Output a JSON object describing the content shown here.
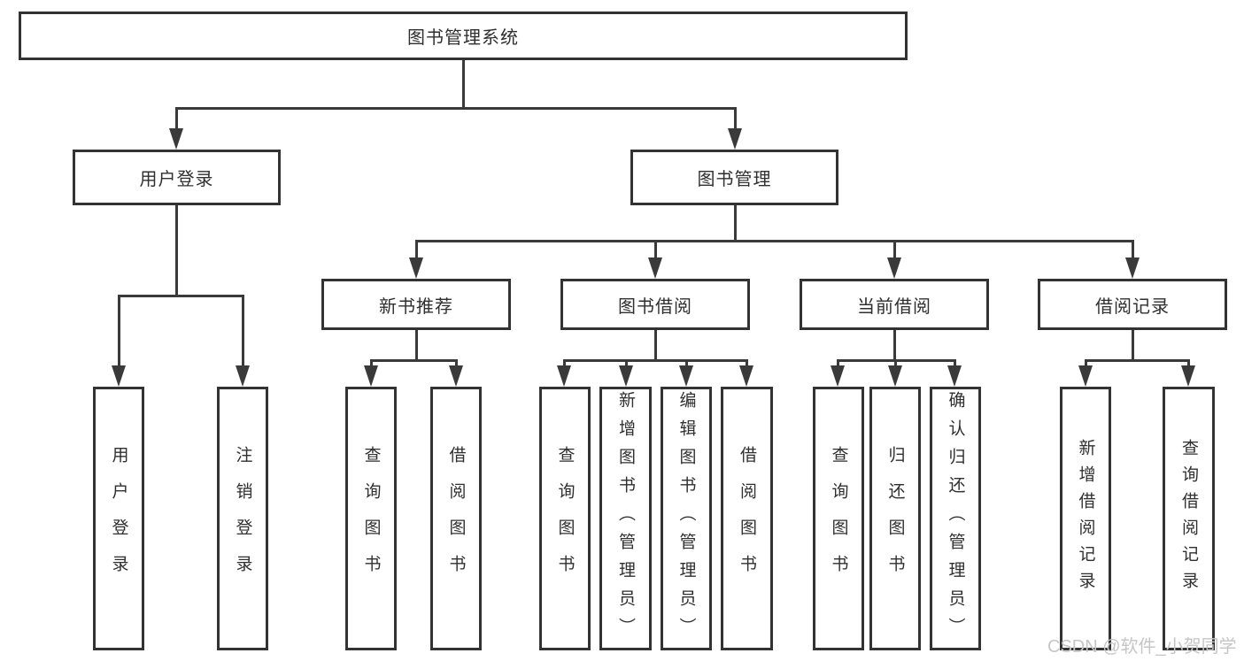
{
  "diagram": {
    "root": {
      "label": "图书管理系统"
    },
    "level2": [
      {
        "label": "用户登录"
      },
      {
        "label": "图书管理"
      }
    ],
    "level3": [
      {
        "label": "新书推荐"
      },
      {
        "label": "图书借阅"
      },
      {
        "label": "当前借阅"
      },
      {
        "label": "借阅记录"
      }
    ],
    "leaves": {
      "user_login": [
        "用户登录",
        "注销登录"
      ],
      "new_book": [
        "查询图书",
        "借阅图书"
      ],
      "book_borrow": [
        "查询图书",
        "新增图书（管理员）",
        "编辑图书（管理员）",
        "借阅图书"
      ],
      "current_borrow": [
        "查询图书",
        "归还图书",
        "确认归还（管理员）"
      ],
      "borrow_record": [
        "新增借阅记录",
        "查询借阅记录"
      ]
    }
  },
  "watermark": "CSDN @软件_小贺同学",
  "colors": {
    "line": "#3a3a3a",
    "box_border": "#333333",
    "text": "#2f2f2f",
    "watermark": "#c6c6c6",
    "background": "#ffffff"
  }
}
